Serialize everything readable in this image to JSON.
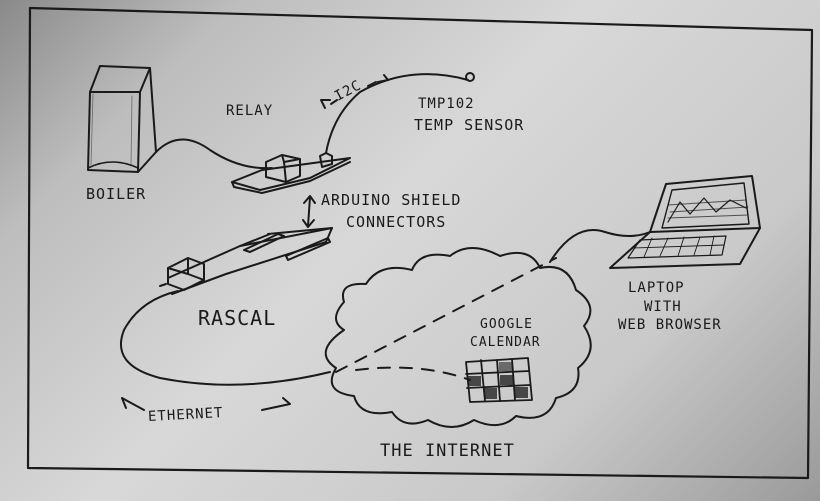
{
  "labels": {
    "boiler": "BOILER",
    "relay": "RELAY",
    "i2c": "I2C",
    "sensor_line1": "TMP102",
    "sensor_line2": "TEMP SENSOR",
    "shield_line1": "ARDUINO SHIELD",
    "shield_line2": "CONNECTORS",
    "rascal": "RASCAL",
    "google_line1": "GOOGLE",
    "google_line2": "CALENDAR",
    "laptop_line1": "LAPTOP",
    "laptop_line2": "WITH",
    "laptop_line3": "WEB BROWSER",
    "ethernet": "ETHERNET",
    "internet": "THE INTERNET"
  },
  "colors": {
    "ink": "#1a1a1a",
    "paper": "#d8d8d8"
  }
}
